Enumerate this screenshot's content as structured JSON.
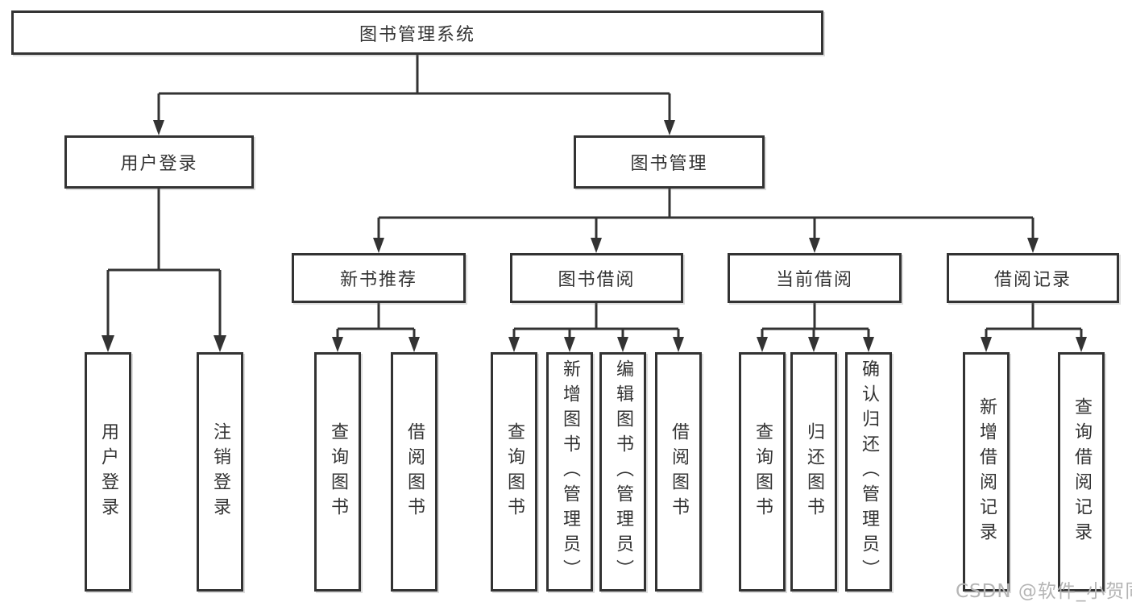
{
  "diagram": {
    "root": {
      "label": "图书管理系统"
    },
    "level2": [
      {
        "label": "用户登录"
      },
      {
        "label": "图书管理"
      }
    ],
    "level3": [
      {
        "label": "新书推荐"
      },
      {
        "label": "图书借阅"
      },
      {
        "label": "当前借阅"
      },
      {
        "label": "借阅记录"
      }
    ],
    "leaves": [
      {
        "label": "用户登录",
        "parent": "用户登录"
      },
      {
        "label": "注销登录",
        "parent": "用户登录"
      },
      {
        "label": "查询图书",
        "parent": "新书推荐"
      },
      {
        "label": "借阅图书",
        "parent": "新书推荐"
      },
      {
        "label": "查询图书",
        "parent": "图书借阅"
      },
      {
        "label": "新增图书（管理员）",
        "parent": "图书借阅"
      },
      {
        "label": "编辑图书（管理员）",
        "parent": "图书借阅"
      },
      {
        "label": "借阅图书",
        "parent": "图书借阅"
      },
      {
        "label": "查询图书",
        "parent": "当前借阅"
      },
      {
        "label": "归还图书",
        "parent": "当前借阅"
      },
      {
        "label": "确认归还（管理员）",
        "parent": "当前借阅"
      },
      {
        "label": "新增借阅记录",
        "parent": "借阅记录"
      },
      {
        "label": "查询借阅记录",
        "parent": "借阅记录"
      }
    ]
  },
  "watermark": {
    "text": "CSDN @软件_小贺同学",
    "color": "#b5b5b5"
  },
  "colors": {
    "line": "#333333",
    "box_border": "#333333",
    "box_fill": "#ffffff",
    "text": "#333333",
    "background": "#ffffff"
  }
}
